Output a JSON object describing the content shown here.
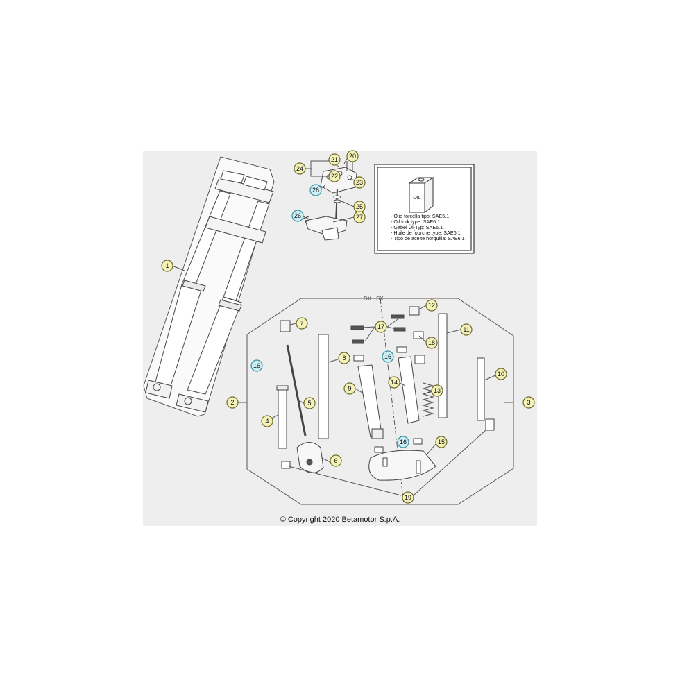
{
  "copyright": "© Copyright 2020 Betamotor S.p.A.",
  "side_labels": {
    "right": "DX",
    "left": "SX"
  },
  "oil_note": {
    "can_label": "OIL",
    "lines": [
      "- Olio forcella tipo: SAE6.1",
      "- Oil fork type: SAE6.1",
      "- Gabel Öl-Typ: SAE6.1",
      "- Huile de fourche type: SAE6.1",
      "- Tipo de aceite horquilla: SAE6.1"
    ]
  },
  "callouts": [
    {
      "id": "c1",
      "label": "1",
      "style": "yellow"
    },
    {
      "id": "c2",
      "label": "2",
      "style": "yellow"
    },
    {
      "id": "c3",
      "label": "3",
      "style": "yellow"
    },
    {
      "id": "c4",
      "label": "4",
      "style": "yellow"
    },
    {
      "id": "c5",
      "label": "5",
      "style": "yellow"
    },
    {
      "id": "c6",
      "label": "6",
      "style": "yellow"
    },
    {
      "id": "c7",
      "label": "7",
      "style": "yellow"
    },
    {
      "id": "c8",
      "label": "8",
      "style": "yellow"
    },
    {
      "id": "c9",
      "label": "9",
      "style": "yellow"
    },
    {
      "id": "c10",
      "label": "10",
      "style": "yellow"
    },
    {
      "id": "c11",
      "label": "11",
      "style": "yellow"
    },
    {
      "id": "c12",
      "label": "12",
      "style": "yellow"
    },
    {
      "id": "c13",
      "label": "13",
      "style": "yellow"
    },
    {
      "id": "c14",
      "label": "14",
      "style": "yellow"
    },
    {
      "id": "c15",
      "label": "15",
      "style": "yellow"
    },
    {
      "id": "c16a",
      "label": "16",
      "style": "blue"
    },
    {
      "id": "c16b",
      "label": "16",
      "style": "blue"
    },
    {
      "id": "c16c",
      "label": "16",
      "style": "blue"
    },
    {
      "id": "c17",
      "label": "17",
      "style": "yellow"
    },
    {
      "id": "c18",
      "label": "18",
      "style": "yellow"
    },
    {
      "id": "c19",
      "label": "19",
      "style": "yellow"
    },
    {
      "id": "c20",
      "label": "20",
      "style": "yellow"
    },
    {
      "id": "c21",
      "label": "21",
      "style": "yellow"
    },
    {
      "id": "c22",
      "label": "22",
      "style": "yellow"
    },
    {
      "id": "c23",
      "label": "23",
      "style": "yellow"
    },
    {
      "id": "c24",
      "label": "24",
      "style": "yellow"
    },
    {
      "id": "c25",
      "label": "25",
      "style": "yellow"
    },
    {
      "id": "c26a",
      "label": "26",
      "style": "blue"
    },
    {
      "id": "c26b",
      "label": "26",
      "style": "blue"
    },
    {
      "id": "c27",
      "label": "27",
      "style": "yellow"
    }
  ],
  "colors": {
    "panel_bg": "#eeeeee",
    "line": "#555555",
    "yellow_fill": "#f4f1b9",
    "yellow_stroke": "#6c6a2a",
    "blue_fill": "#cdeef4",
    "blue_stroke": "#3a8fa0",
    "part_stroke": "#444444"
  }
}
